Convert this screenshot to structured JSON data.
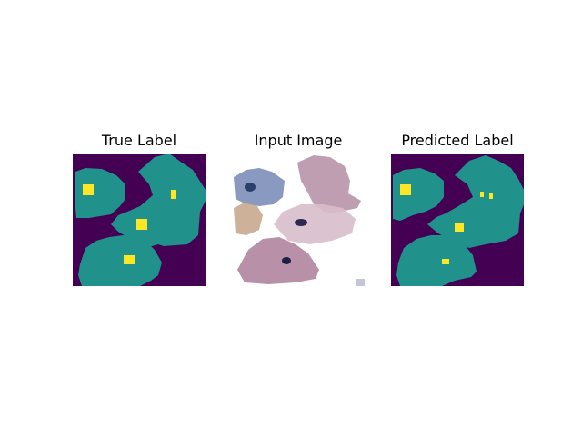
{
  "panels": [
    {
      "title": "True Label",
      "kind": "mask"
    },
    {
      "title": "Input Image",
      "kind": "photo"
    },
    {
      "title": "Predicted Label",
      "kind": "mask"
    }
  ],
  "colors": {
    "background_class": "#440154",
    "cell_class": "#21918c",
    "nucleus_class": "#fde725"
  }
}
